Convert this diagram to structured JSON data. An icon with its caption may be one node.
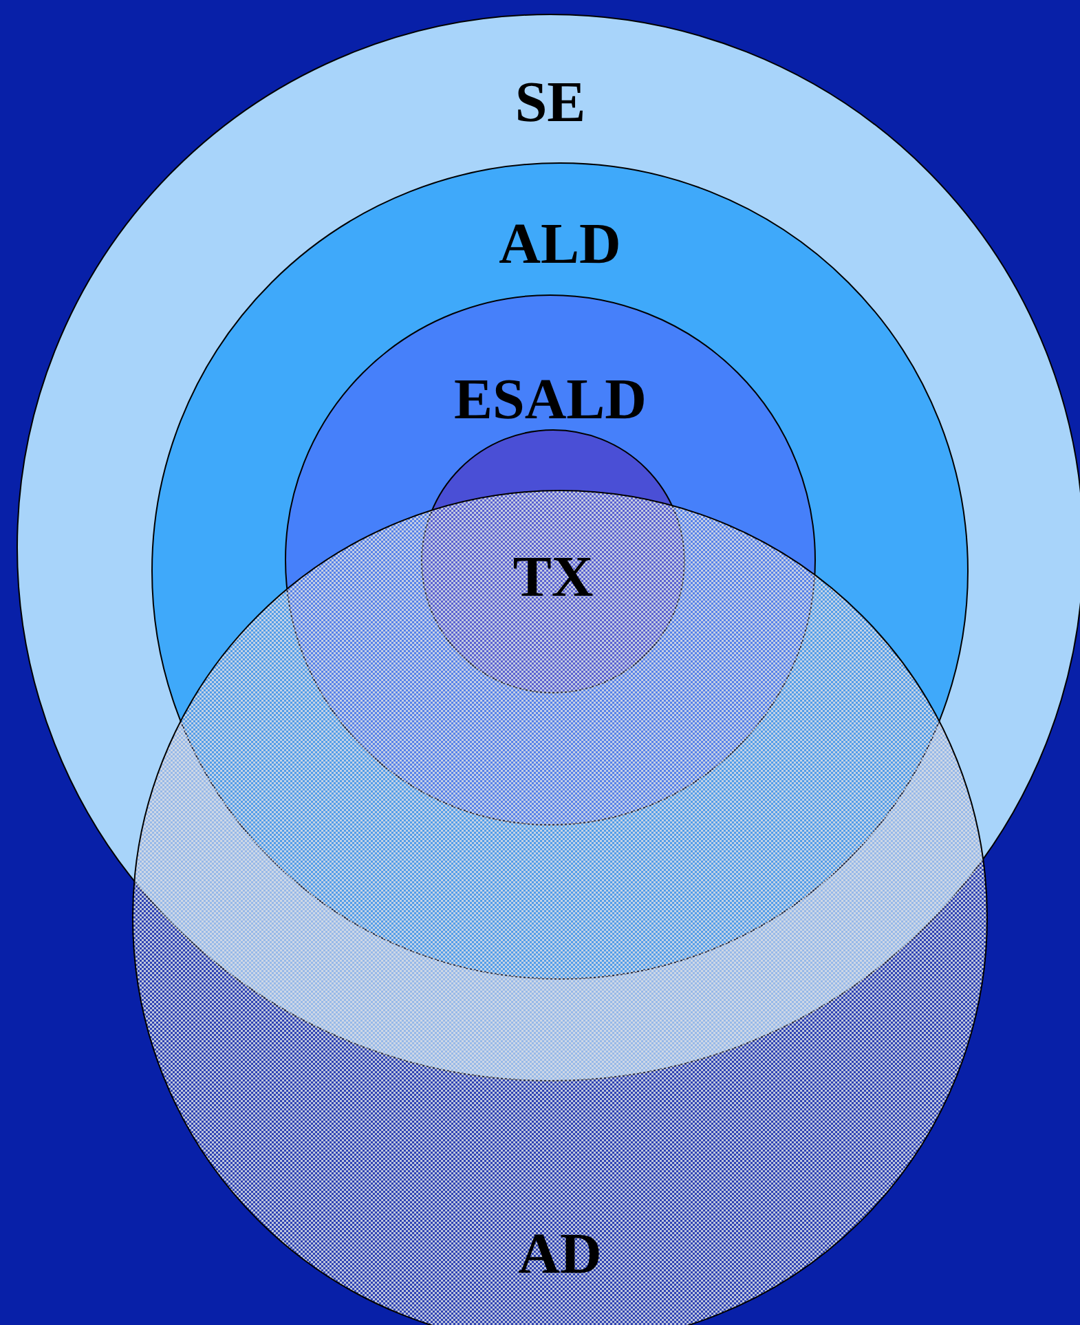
{
  "diagram": {
    "nodes": [
      {
        "text": [
          "SE"
        ]
      },
      {
        "text": [
          "ALD"
        ],
        "in": 0
      },
      {
        "text": [
          "ESALD"
        ],
        "in": 1
      },
      {
        "text": [
          "TX"
        ],
        "in": 2
      },
      {
        "text": [
          "AD"
        ]
      }
    ]
  }
}
